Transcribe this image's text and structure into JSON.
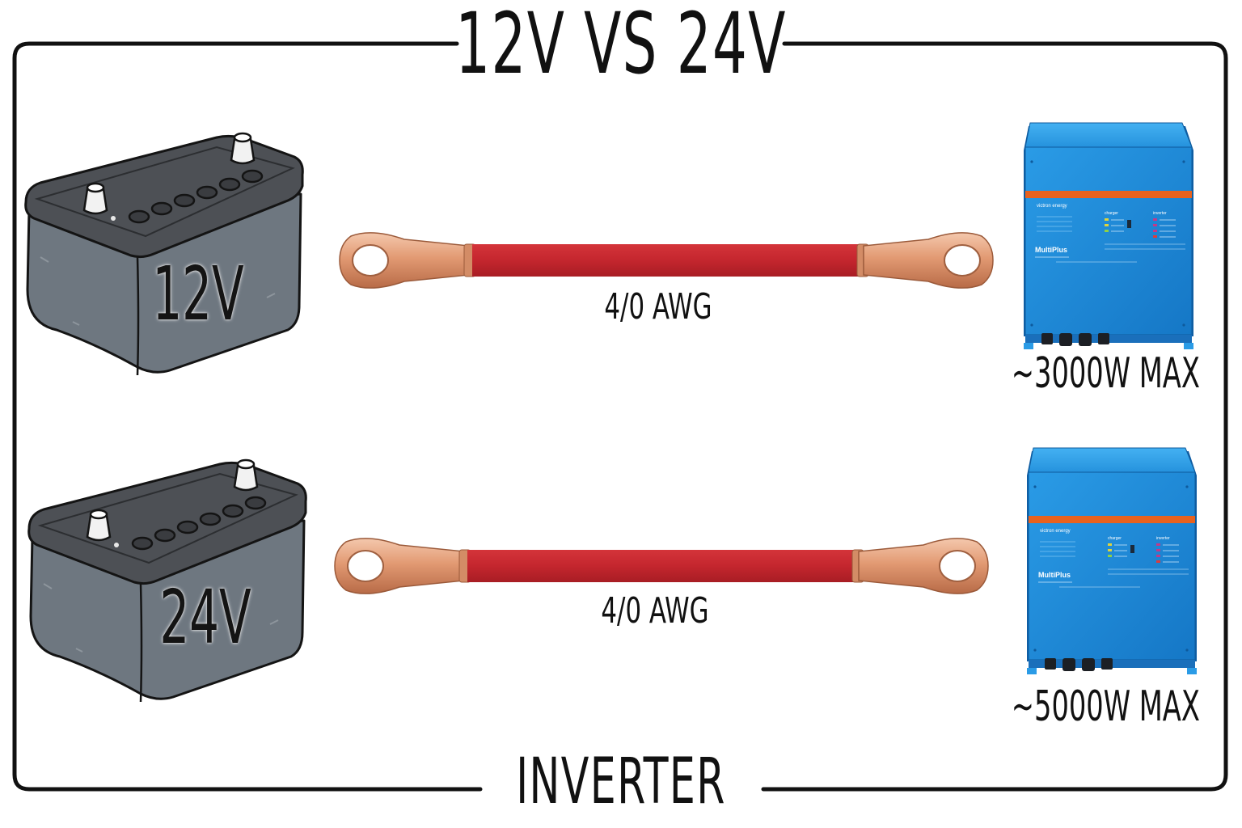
{
  "title": "12V VS 24V",
  "footer": "INVERTER",
  "rows": [
    {
      "battery_label": "12V",
      "cable_label": "4/0 AWG",
      "inverter_max": "~3000W MAX"
    },
    {
      "battery_label": "24V",
      "cable_label": "4/0 AWG",
      "inverter_max": "~5000W MAX"
    }
  ],
  "inverter_brand": "victron energy",
  "inverter_model": "MultiPlus",
  "inverter_panel_headings": [
    "charger",
    "inverter"
  ],
  "colors": {
    "frame": "#111111",
    "battery_body": "#6e7780",
    "battery_top": "#4d5055",
    "cable_red": "#c4262e",
    "lug_copper": "#e4a07c",
    "inverter_blue": "#1e88d8",
    "inverter_stripe": "#e8621e"
  }
}
